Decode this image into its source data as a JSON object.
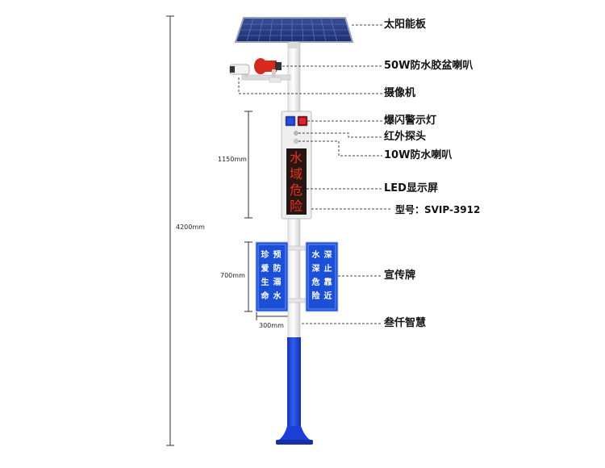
{
  "labels": {
    "solar_panel": "太阳能板",
    "horn_50w": "50W防水胶盆喇叭",
    "camera": "摄像机",
    "strobe_light": "爆闪警示灯",
    "infrared": "红外探头",
    "horn_10w": "10W防水喇叭",
    "led_screen": "LED显示屏",
    "model": "型号：SVIP-3912",
    "sign": "宣传牌",
    "brand": "叁仟智慧"
  },
  "dimensions": {
    "total_height": "4200mm",
    "cabinet_height": "1150mm",
    "sign_height": "700mm",
    "sign_width": "300mm"
  },
  "led_text": [
    "水",
    "域",
    "危",
    "险"
  ],
  "sign_left": {
    "col1": [
      "珍",
      "爱",
      "生",
      "命"
    ],
    "col2": [
      "预",
      "防",
      "溺",
      "水"
    ]
  },
  "sign_right": {
    "col1": [
      "水",
      "深",
      "危",
      "险"
    ],
    "col2": [
      "深",
      "止",
      "靠",
      "近"
    ]
  },
  "colors": {
    "sign_blue": "#1a4fd8",
    "pole_blue": "#1b3fd6",
    "led_red": "#e8351e",
    "strobe_red": "#e0202a"
  }
}
